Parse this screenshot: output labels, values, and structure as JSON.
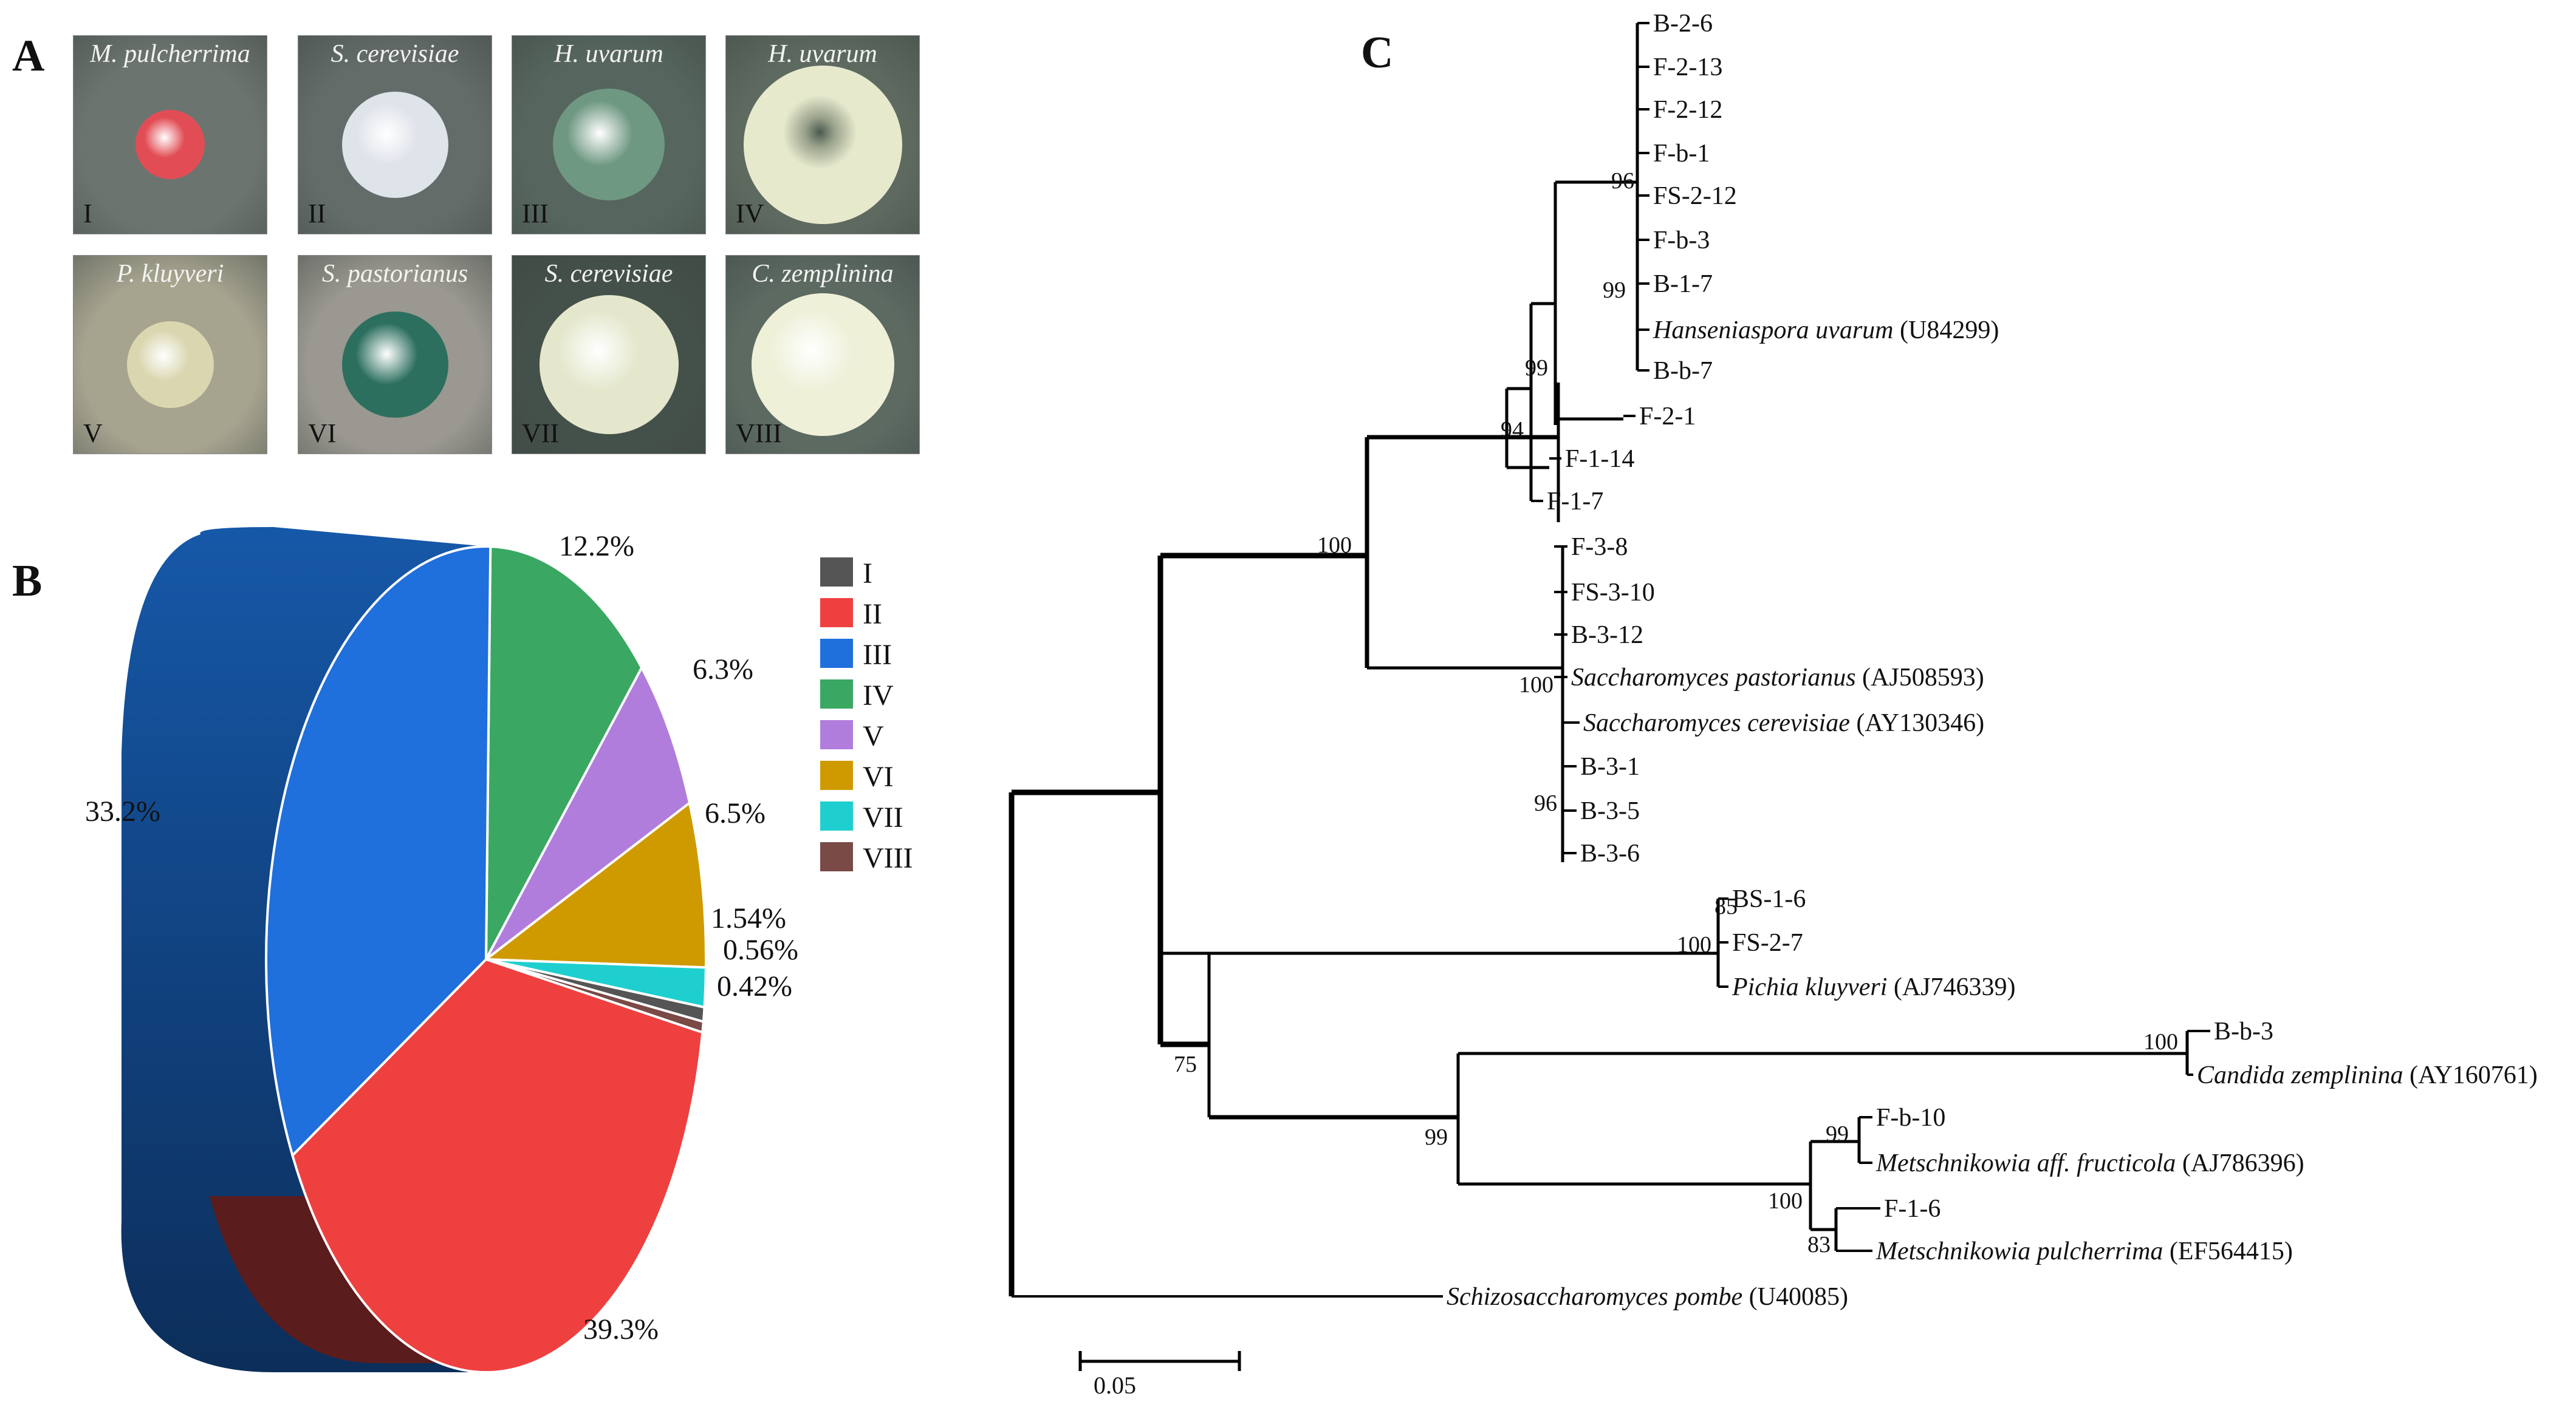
{
  "panels": {
    "a": "A",
    "b": "B",
    "c": "C"
  },
  "photos": [
    {
      "species": "M. pulcherrima",
      "num": "I",
      "bg": "#6c7470",
      "colony": "#e24d55",
      "size": 0.36,
      "ring": false
    },
    {
      "species": "S. cerevisiae",
      "num": "II",
      "bg": "#646c6a",
      "colony": "#dfe3ea",
      "size": 0.55,
      "ring": false
    },
    {
      "species": "H. uvarum",
      "num": "III",
      "bg": "#56665f",
      "colony": "#6f9882",
      "size": 0.58,
      "ring": false
    },
    {
      "species": "H. uvarum",
      "num": "IV",
      "bg": "#5e6a60",
      "colony": "#e6e9cc",
      "size": 0.82,
      "ring": true
    },
    {
      "species": "P. kluyveri",
      "num": "V",
      "bg": "#a6a38f",
      "colony": "#dad7b0",
      "size": 0.45,
      "ring": false
    },
    {
      "species": "S. pastorianus",
      "num": "VI",
      "bg": "#9a9890",
      "colony": "#2c6f5e",
      "size": 0.55,
      "ring": false
    },
    {
      "species": "S. cerevisiae",
      "num": "VII",
      "bg": "#44504a",
      "colony": "#e4e7cc",
      "size": 0.72,
      "ring": false
    },
    {
      "species": "C. zemplinina",
      "num": "VIII",
      "bg": "#5c6a62",
      "colony": "#eef0d8",
      "size": 0.74,
      "ring": false
    }
  ],
  "chart_data": {
    "type": "pie",
    "title": "",
    "series": [
      {
        "name": "I",
        "percent": 0.56,
        "label": "0.56%",
        "color": "#555555"
      },
      {
        "name": "II",
        "percent": 39.3,
        "label": "39.3%",
        "color": "#ef4040"
      },
      {
        "name": "III",
        "percent": 33.2,
        "label": "33.2%",
        "color": "#1f6fdc"
      },
      {
        "name": "IV",
        "percent": 12.2,
        "label": "12.2%",
        "color": "#3aa862"
      },
      {
        "name": "V",
        "percent": 6.3,
        "label": "6.3%",
        "color": "#b07ddc"
      },
      {
        "name": "VI",
        "percent": 6.5,
        "label": "6.5%",
        "color": "#cf9a00"
      },
      {
        "name": "VII",
        "percent": 1.54,
        "label": "1.54%",
        "color": "#1fcfcf"
      },
      {
        "name": "VIII",
        "percent": 0.42,
        "label": "0.42%",
        "color": "#7a4a46"
      }
    ],
    "legend_position": "right"
  },
  "tree": {
    "bootstrap": [
      "96",
      "99",
      "99",
      "94",
      "100",
      "100",
      "96",
      "85",
      "100",
      "75",
      "100",
      "99",
      "99",
      "100",
      "83"
    ],
    "taxa": [
      {
        "name": "B-2-6"
      },
      {
        "name": "F-2-13"
      },
      {
        "name": "F-2-12"
      },
      {
        "name": "F-b-1"
      },
      {
        "name": "FS-2-12"
      },
      {
        "name": "F-b-3"
      },
      {
        "name": "B-1-7"
      },
      {
        "name": "Hanseniaspora uvarum",
        "acc": " (U84299)"
      },
      {
        "name": "B-b-7"
      },
      {
        "name": "F-2-1"
      },
      {
        "name": "F-1-14"
      },
      {
        "name": "F-1-7"
      },
      {
        "name": "F-3-8"
      },
      {
        "name": "FS-3-10"
      },
      {
        "name": "B-3-12"
      },
      {
        "name": "Saccharomyces pastorianus",
        "acc": " (AJ508593)"
      },
      {
        "name": "Saccharomyces cerevisiae",
        "acc": " (AY130346)"
      },
      {
        "name": "B-3-1"
      },
      {
        "name": "B-3-5"
      },
      {
        "name": "B-3-6"
      },
      {
        "name": "BS-1-6"
      },
      {
        "name": "FS-2-7"
      },
      {
        "name": "Pichia kluyveri",
        "acc": " (AJ746339)"
      },
      {
        "name": "B-b-3"
      },
      {
        "name": "Candida zemplinina",
        "acc": " (AY160761)"
      },
      {
        "name": "F-b-10"
      },
      {
        "name": "Metschnikowia aff. fructicola",
        "acc": " (AJ786396)"
      },
      {
        "name": "F-1-6"
      },
      {
        "name": "Metschnikowia pulcherrima",
        "acc": " (EF564415)"
      },
      {
        "name": "Schizosaccharomyces pombe",
        "acc": " (U40085)"
      }
    ],
    "scale_label": "0.05"
  }
}
